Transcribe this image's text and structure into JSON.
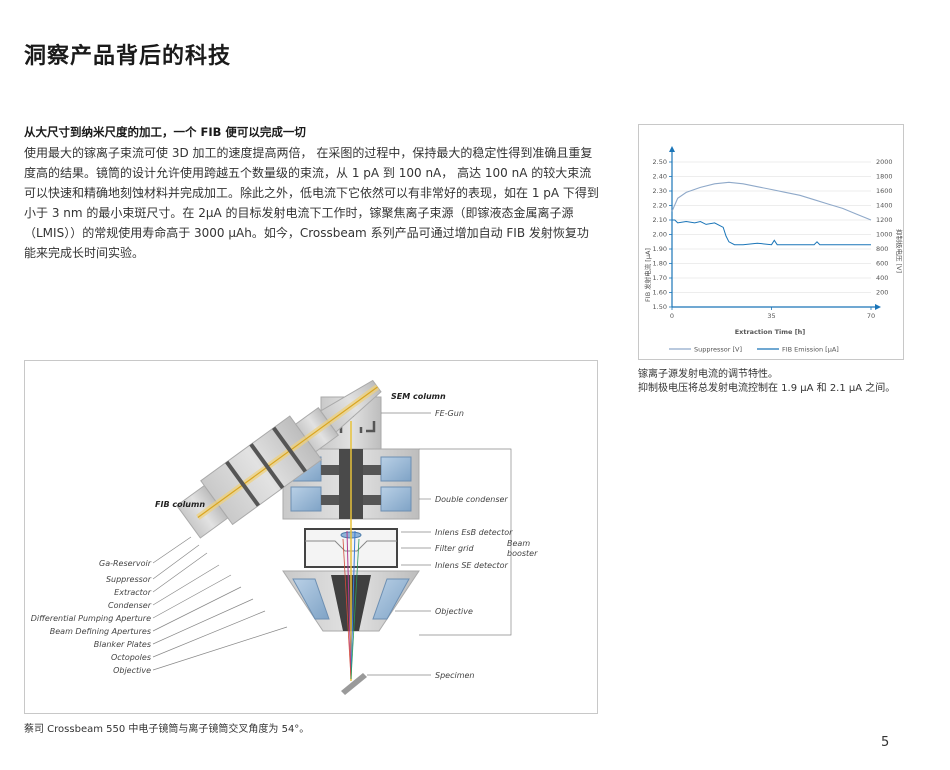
{
  "page": {
    "title": "洞察产品背后的科技",
    "page_number": "5"
  },
  "intro": {
    "heading": "从大尺寸到纳米尺度的加工，一个 FIB 便可以完成一切",
    "body": "使用最大的镓离子束流可使 3D 加工的速度提高两倍， 在采图的过程中，保持最大的稳定性得到准确且重复度高的结果。镜筒的设计允许使用跨越五个数量级的束流，从 1 pA 到 100 nA， 高达 100 nA 的较大束流可以快速和精确地刻蚀材料并完成加工。除此之外，低电流下它依然可以有非常好的表现，如在 1 pA 下得到小于 3 nm 的最小束斑尺寸。在 2μA 的目标发射电流下工作时，镓聚焦离子束源（即镓液态金属离子源（LMIS））的常规使用寿命高于 3000 μAh。如今，Crossbeam 系列产品可通过增加自动 FIB 发射恢复功能来完成长时间实验。"
  },
  "chart_caption": {
    "line1": "镓离子源发射电流的调节特性。",
    "line2": "抑制极电压将总发射电流控制在 1.9 μA 和 2.1 μA 之间。"
  },
  "diagram_caption": "蔡司 Crossbeam 550 中电子镜筒与离子镜筒交叉角度为 54°。",
  "diagram": {
    "sem_title": "SEM column",
    "fib_title": "FIB column",
    "sem_labels": [
      "FE-Gun",
      "Double condenser",
      "Inlens EsB detector",
      "Filter grid",
      "Inlens SE detector",
      "Objective",
      "Specimen"
    ],
    "beam_booster": [
      "Beam",
      "booster"
    ],
    "fib_labels": [
      "Ga-Reservoir",
      "Suppressor",
      "Extractor",
      "Condenser",
      "Differential Pumping Aperture",
      "Beam Defining Apertures",
      "Blanker Plates",
      "Octopoles",
      "Objective"
    ]
  },
  "chart_data": {
    "type": "line",
    "xlabel": "Extraction Time [h]",
    "ylabel_left": "FIB 发射电流 [μA]",
    "ylabel_right": "抑制极电压 [V]",
    "xlim": [
      0,
      70
    ],
    "x_ticks": [
      "0",
      "35",
      "70"
    ],
    "ylim_left": [
      1.5,
      2.5
    ],
    "y_ticks_left": [
      "1.50",
      "1.60",
      "1.70",
      "1.80",
      "1.90",
      "2.00",
      "2.10",
      "2.20",
      "2.30",
      "2.40",
      "2.50"
    ],
    "ylim_right": [
      0,
      2000
    ],
    "y_ticks_right": [
      "200",
      "400",
      "600",
      "800",
      "1000",
      "1200",
      "1400",
      "1600",
      "1800",
      "2000"
    ],
    "grid": true,
    "legend_position": "bottom",
    "series": [
      {
        "name": "Suppressor [V]",
        "axis": "right",
        "color": "#8fa9c9",
        "x": [
          0,
          2,
          5,
          10,
          15,
          20,
          25,
          30,
          35,
          40,
          45,
          50,
          55,
          60,
          65,
          70
        ],
        "y": [
          1320,
          1500,
          1580,
          1650,
          1700,
          1720,
          1700,
          1660,
          1620,
          1580,
          1540,
          1480,
          1420,
          1360,
          1280,
          1200
        ]
      },
      {
        "name": "FIB Emission [μA]",
        "axis": "left",
        "color": "#1a75b8",
        "x": [
          0,
          1,
          2,
          5,
          8,
          10,
          12,
          15,
          18,
          19,
          20,
          22,
          25,
          30,
          35,
          36,
          37,
          40,
          45,
          50,
          51,
          52,
          55,
          60,
          65,
          70
        ],
        "y": [
          2.1,
          2.1,
          2.08,
          2.09,
          2.08,
          2.09,
          2.07,
          2.08,
          2.05,
          1.99,
          1.95,
          1.93,
          1.93,
          1.94,
          1.93,
          1.96,
          1.93,
          1.93,
          1.93,
          1.93,
          1.95,
          1.93,
          1.93,
          1.93,
          1.93,
          1.93
        ]
      }
    ]
  }
}
